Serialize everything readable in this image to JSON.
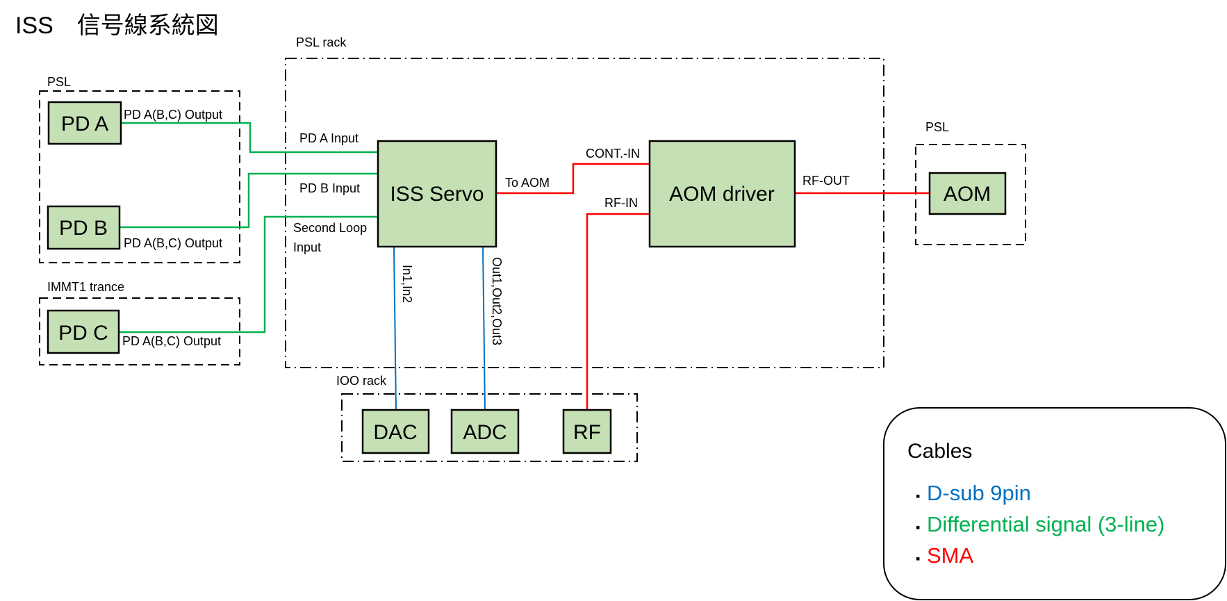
{
  "title": "ISS　信号線系統図",
  "colors": {
    "box_fill": "#c5e0b4",
    "differential": "#00b050",
    "dsub": "#0070c0",
    "sma": "#ff0000"
  },
  "groups": {
    "psl_left": "PSL",
    "immt1": "IMMT1 trance",
    "psl_rack": "PSL rack",
    "ioo_rack": "IOO rack",
    "psl_right": "PSL"
  },
  "boxes": {
    "pd_a": "PD A",
    "pd_b": "PD B",
    "pd_c": "PD C",
    "iss_servo": "ISS Servo",
    "aom_driver": "AOM driver",
    "aom": "AOM",
    "dac": "DAC",
    "adc": "ADC",
    "rf": "RF"
  },
  "ports": {
    "pd_a_output": "PD A(B,C) Output",
    "pd_b_output": "PD A(B,C) Output",
    "pd_c_output": "PD A(B,C) Output",
    "pd_a_input": "PD A Input",
    "pd_b_input": "PD B Input",
    "second_loop_1": "Second Loop",
    "second_loop_2": "Input",
    "to_aom": "To AOM",
    "cont_in": "CONT.-IN",
    "rf_in": "RF-IN",
    "rf_out": "RF-OUT",
    "in12": "In1,In2",
    "out123": "Out1,Out2,Out3"
  },
  "legend": {
    "title": "Cables",
    "items": [
      {
        "label": "D-sub 9pin",
        "bullet": "▪"
      },
      {
        "label": "Differential signal (3-line)",
        "bullet": "▪"
      },
      {
        "label": "SMA",
        "bullet": "▪"
      }
    ]
  }
}
